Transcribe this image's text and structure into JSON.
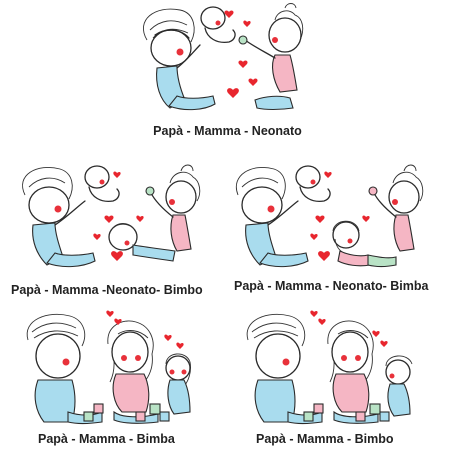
{
  "panels": [
    {
      "caption": "Papà - Mamma - Neonato"
    },
    {
      "caption": "Papà - Mamma -Neonato- Bimbo"
    },
    {
      "caption": "Papà - Mamma - Neonato- Bimba"
    },
    {
      "caption": "Papà - Mamma - Bimba"
    },
    {
      "caption": "Papà - Mamma - Bimbo"
    }
  ],
  "colors": {
    "heart": "#e8262e",
    "dad_shirt": "#a9dcee",
    "mom_shirt": "#f5b6c4",
    "toy_green": "#b9e3c6"
  }
}
